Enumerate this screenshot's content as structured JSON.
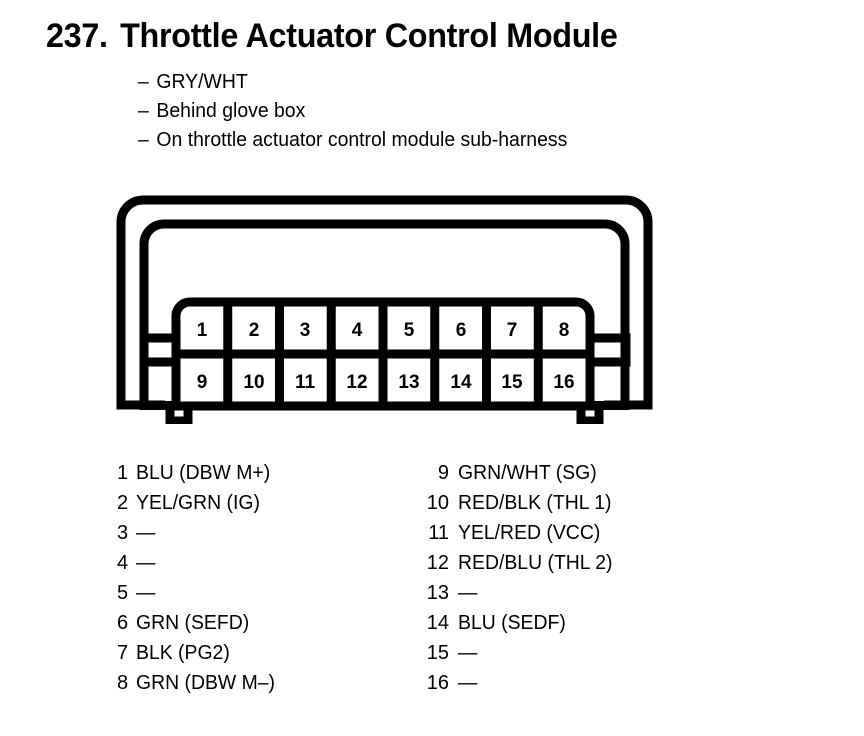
{
  "header": {
    "number": "237.",
    "title": "Throttle Actuator Control Module",
    "notes": [
      {
        "dash": "–",
        "text": "GRY/WHT"
      },
      {
        "dash": "–",
        "text": "Behind glove box"
      },
      {
        "dash": "–",
        "text": "On throttle actuator control module sub-harness"
      }
    ]
  },
  "connector": {
    "rows": [
      [
        "1",
        "2",
        "3",
        "4",
        "5",
        "6",
        "7",
        "8"
      ],
      [
        "9",
        "10",
        "11",
        "12",
        "13",
        "14",
        "15",
        "16"
      ]
    ]
  },
  "legend": {
    "left": [
      {
        "pin": "1",
        "label": "BLU (DBW M+)"
      },
      {
        "pin": "2",
        "label": "YEL/GRN (IG)"
      },
      {
        "pin": "3",
        "label": "—"
      },
      {
        "pin": "4",
        "label": "—"
      },
      {
        "pin": "5",
        "label": "—"
      },
      {
        "pin": "6",
        "label": "GRN (SEFD)"
      },
      {
        "pin": "7",
        "label": "BLK (PG2)"
      },
      {
        "pin": "8",
        "label": "GRN (DBW M–)"
      }
    ],
    "right": [
      {
        "pin": "9",
        "label": "GRN/WHT (SG)"
      },
      {
        "pin": "10",
        "label": "RED/BLK (THL 1)"
      },
      {
        "pin": "11",
        "label": "YEL/RED (VCC)"
      },
      {
        "pin": "12",
        "label": "RED/BLU (THL 2)"
      },
      {
        "pin": "13",
        "label": "—"
      },
      {
        "pin": "14",
        "label": "BLU (SEDF)"
      },
      {
        "pin": "15",
        "label": "—"
      },
      {
        "pin": "16",
        "label": "—"
      }
    ]
  },
  "colors": {
    "ink": "#000000",
    "paper": "#ffffff"
  }
}
